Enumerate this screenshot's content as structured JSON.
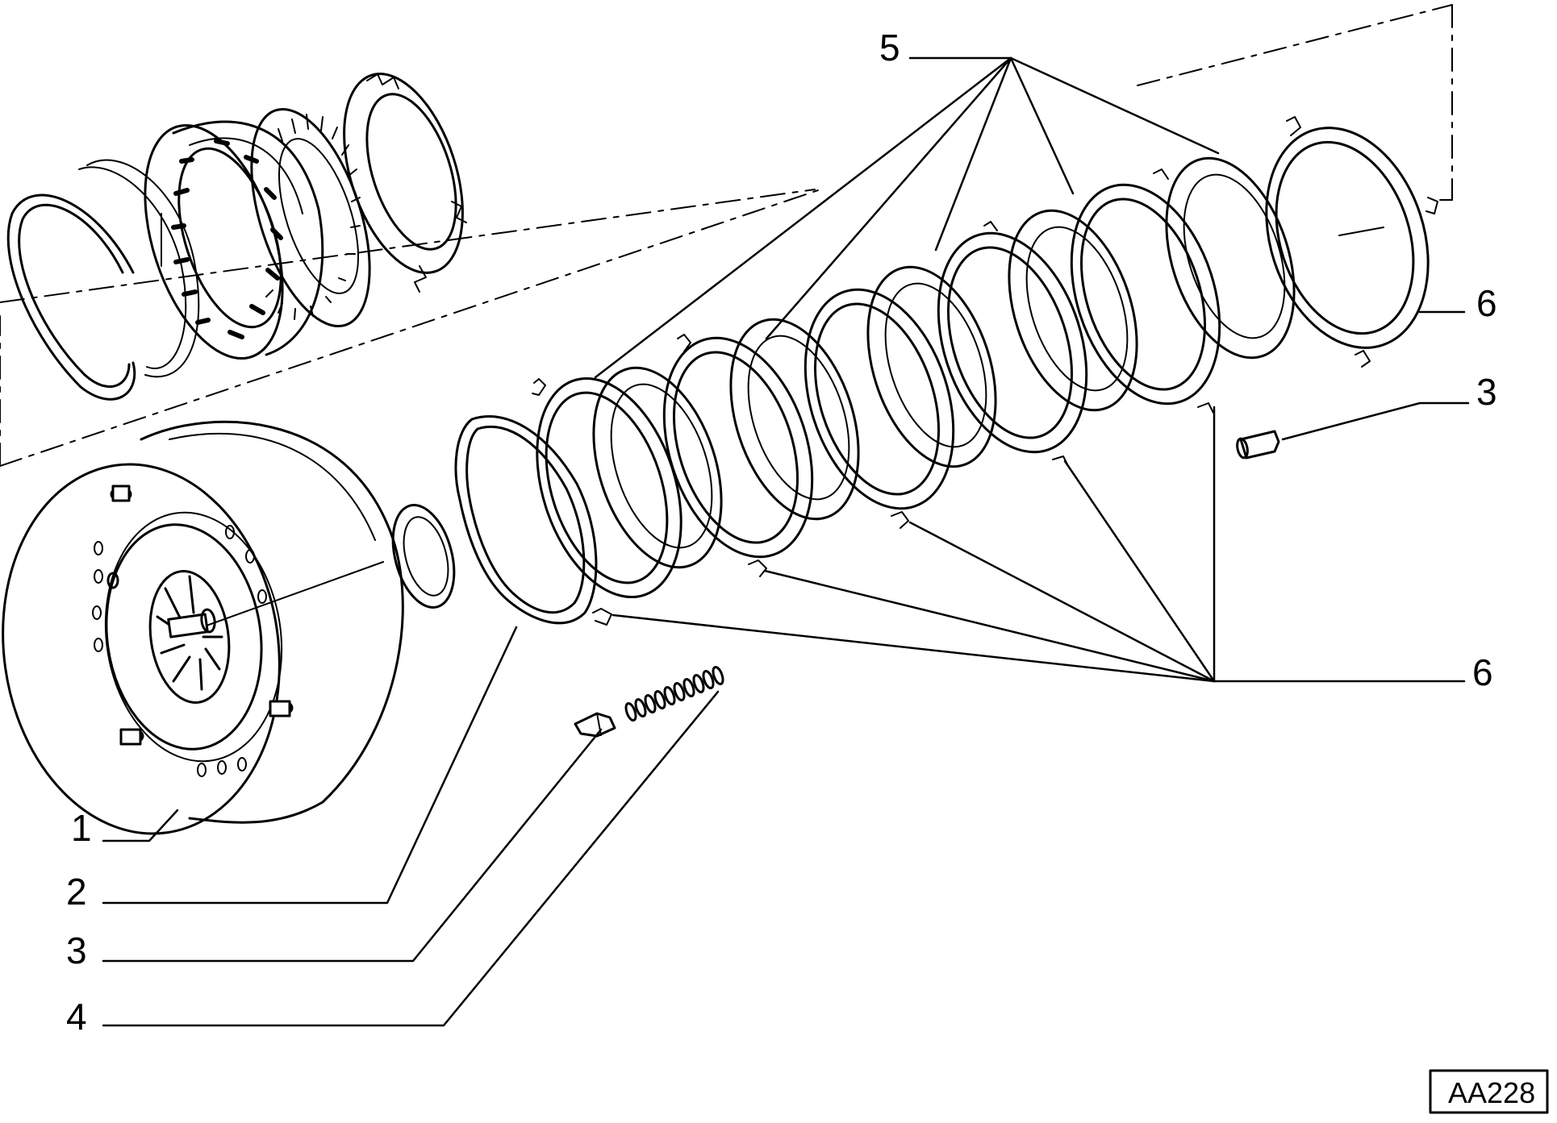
{
  "diagram": {
    "callouts": {
      "c1": "1",
      "c2": "2",
      "c3_left": "3",
      "c4": "4",
      "c5": "5",
      "c6_top": "6",
      "c3_right": "3",
      "c6_bottom": "6"
    },
    "reference_code": "AA228"
  },
  "colors": {
    "ink": "#000000",
    "paper": "#ffffff"
  }
}
